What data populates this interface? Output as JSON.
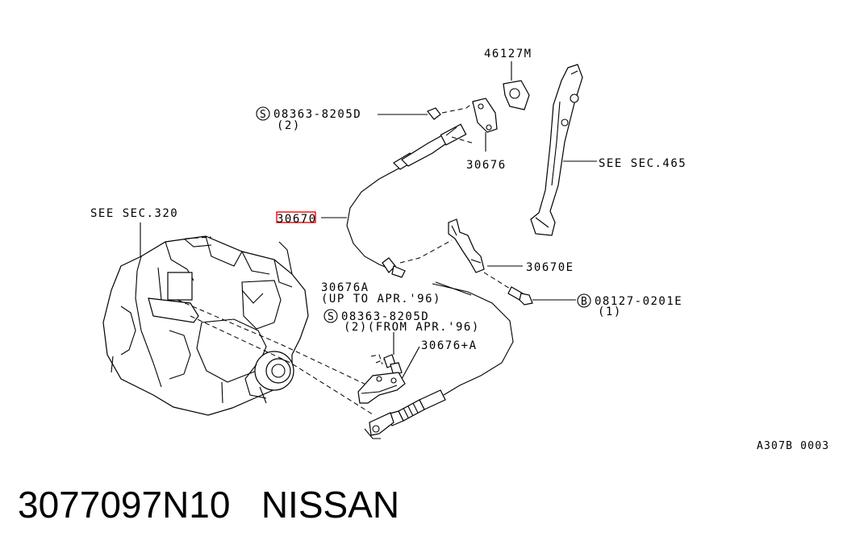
{
  "labels": {
    "p46127m": "46127M",
    "s08363a": "08363-8205D",
    "s08363a_qty": "(2)",
    "p30676": "30676",
    "see465": "SEE SEC.465",
    "see320": "SEE SEC.320",
    "p30670": "30670",
    "p30670e": "30670E",
    "p30676a": "30676A",
    "p30676a_note": "(UP TO APR.'96)",
    "s08363b": "08363-8205D",
    "s08363b_qty": "(2)(FROM APR.'96)",
    "p30676plus": "30676+A",
    "b08127": "08127-0201E",
    "b08127_qty": "(1)",
    "drawing_code": "A307B 0003",
    "symbol_s": "S",
    "symbol_b": "B"
  },
  "caption": {
    "part_number": "3077097N10",
    "brand": "NISSAN"
  },
  "colors": {
    "highlight": "#ff0000",
    "ink": "#000000",
    "background": "#ffffff"
  }
}
